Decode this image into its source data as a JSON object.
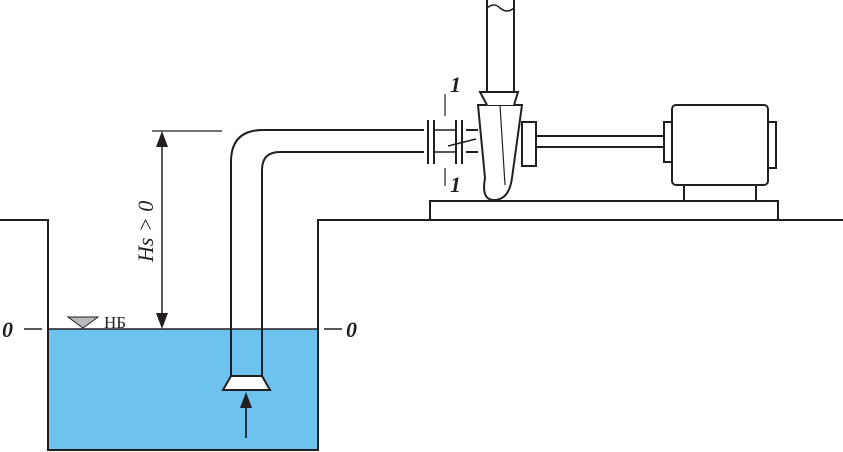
{
  "labels": {
    "datum_left": "0",
    "datum_right": "0",
    "water_level": "НБ",
    "suction_head": "Hs > 0",
    "section_top": "1",
    "section_bottom": "1"
  },
  "colors": {
    "water": "#6ec3ee",
    "stroke": "#231f20",
    "background": "#ffffff"
  },
  "icons": {
    "water_level_marker": "triangle-down",
    "flow_arrow": "arrow-up"
  }
}
